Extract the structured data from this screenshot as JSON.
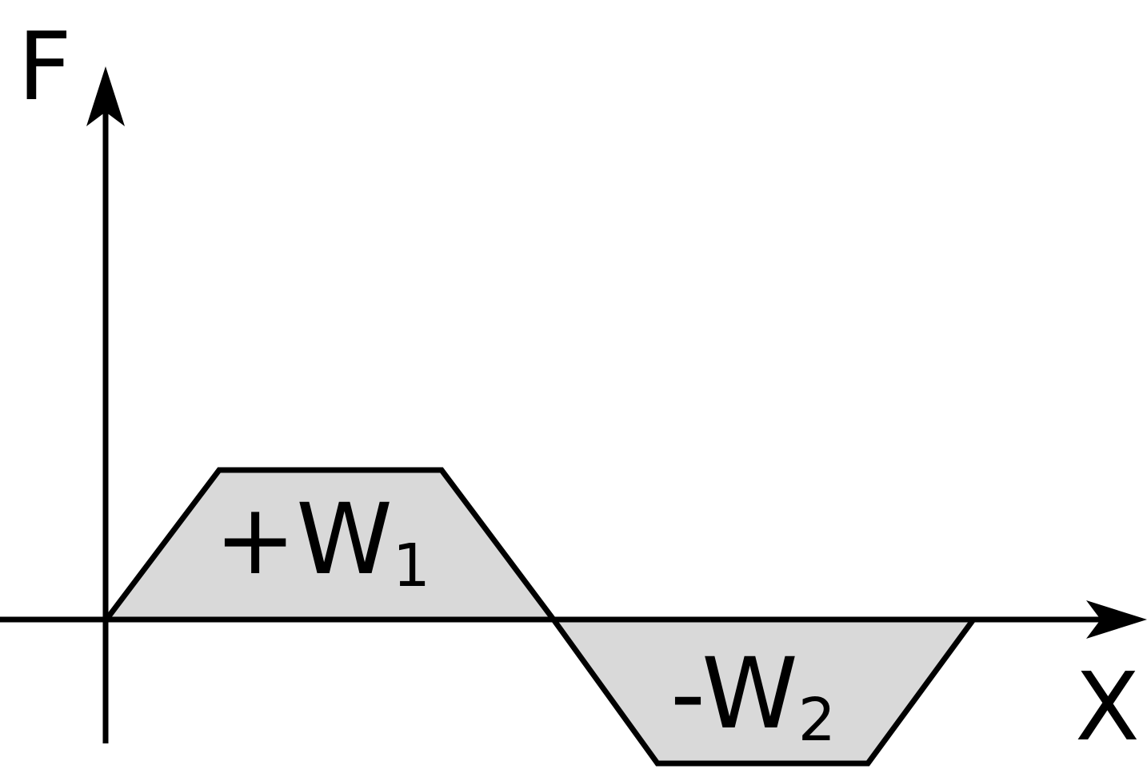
{
  "axes": {
    "y_label": "F",
    "x_label": "X"
  },
  "regions": [
    {
      "sign": "+",
      "symbol": "W",
      "subscript": "1"
    },
    {
      "sign": "-",
      "symbol": "W",
      "subscript": "2"
    }
  ],
  "colors": {
    "region_fill": "#d9d9d9",
    "line": "#000000",
    "background": "#ffffff"
  }
}
